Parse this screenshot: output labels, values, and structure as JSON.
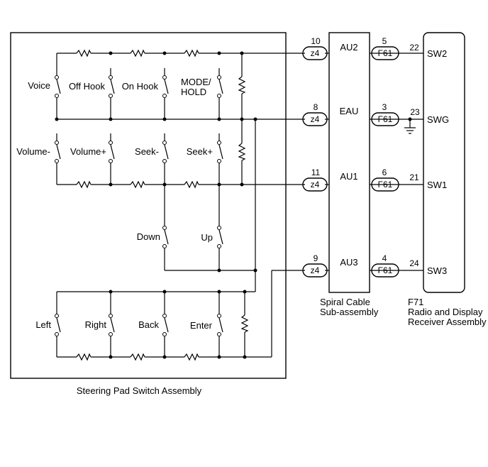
{
  "assemblies": {
    "steering": "Steering Pad Switch Assembly",
    "spiral_line1": "Spiral Cable",
    "spiral_line2": "Sub-assembly",
    "receiver_code": "F71",
    "receiver_line1": "Radio and Display",
    "receiver_line2": "Receiver Assembly"
  },
  "switches": {
    "voice": "Voice",
    "off_hook": "Off Hook",
    "on_hook": "On Hook",
    "mode_hold_1": "MODE/",
    "mode_hold_2": "HOLD",
    "volume_minus": "Volume-",
    "volume_plus": "Volume+",
    "seek_minus": "Seek-",
    "seek_plus": "Seek+",
    "down": "Down",
    "up": "Up",
    "left": "Left",
    "right": "Right",
    "back": "Back",
    "enter": "Enter"
  },
  "lines": [
    {
      "z_pin": "10",
      "z_conn": "z4",
      "spiral_term": "AU2",
      "f_pin": "5",
      "f_conn": "F61",
      "r_pin": "22",
      "r_term": "SW2"
    },
    {
      "z_pin": "8",
      "z_conn": "z4",
      "spiral_term": "EAU",
      "f_pin": "3",
      "f_conn": "F61",
      "r_pin": "23",
      "r_term": "SWG"
    },
    {
      "z_pin": "11",
      "z_conn": "z4",
      "spiral_term": "AU1",
      "f_pin": "6",
      "f_conn": "F61",
      "r_pin": "21",
      "r_term": "SW1"
    },
    {
      "z_pin": "9",
      "z_conn": "z4",
      "spiral_term": "AU3",
      "f_pin": "4",
      "f_conn": "F61",
      "r_pin": "24",
      "r_term": "SW3"
    }
  ]
}
